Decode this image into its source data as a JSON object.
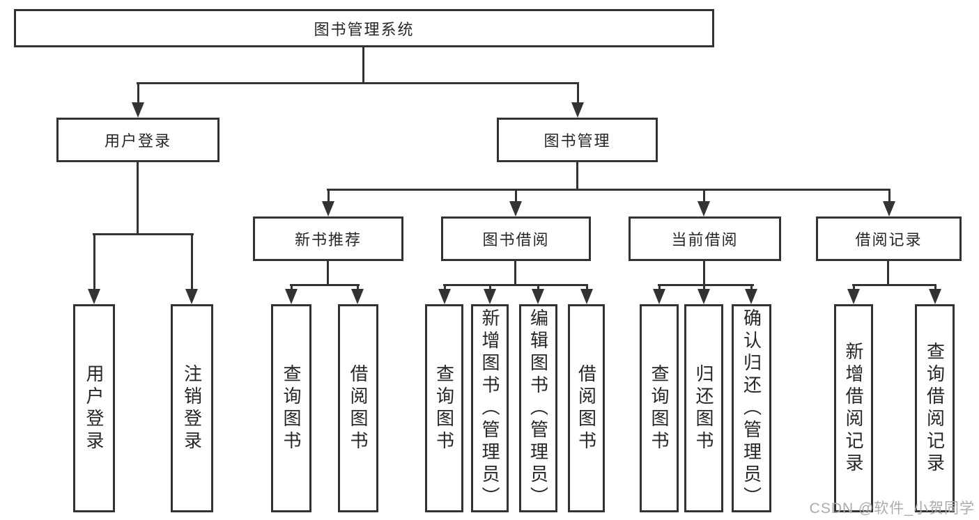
{
  "colors": {
    "line": "#333333",
    "box_background": "#ffffff",
    "text": "#262626",
    "watermark": "#ababab"
  },
  "watermark": {
    "text": "CSDN @软件_小贺同学"
  },
  "tree": {
    "root": {
      "label": "图书管理系统"
    },
    "branches": [
      {
        "label": "用户登录",
        "children": [
          {
            "label": "用户登录"
          },
          {
            "label": "注销登录"
          }
        ]
      },
      {
        "label": "图书管理",
        "sections": [
          {
            "label": "新书推荐",
            "children": [
              {
                "label": "查询图书"
              },
              {
                "label": "借阅图书"
              }
            ]
          },
          {
            "label": "图书借阅",
            "children": [
              {
                "label": "查询图书"
              },
              {
                "label": "新增图书（管理员）"
              },
              {
                "label": "编辑图书（管理员）"
              },
              {
                "label": "借阅图书"
              }
            ]
          },
          {
            "label": "当前借阅",
            "children": [
              {
                "label": "查询图书"
              },
              {
                "label": "归还图书"
              },
              {
                "label": "确认归还（管理员）"
              }
            ]
          },
          {
            "label": "借阅记录",
            "children": [
              {
                "label": "新增借阅记录"
              },
              {
                "label": "查询借阅记录"
              }
            ]
          }
        ]
      }
    ]
  }
}
